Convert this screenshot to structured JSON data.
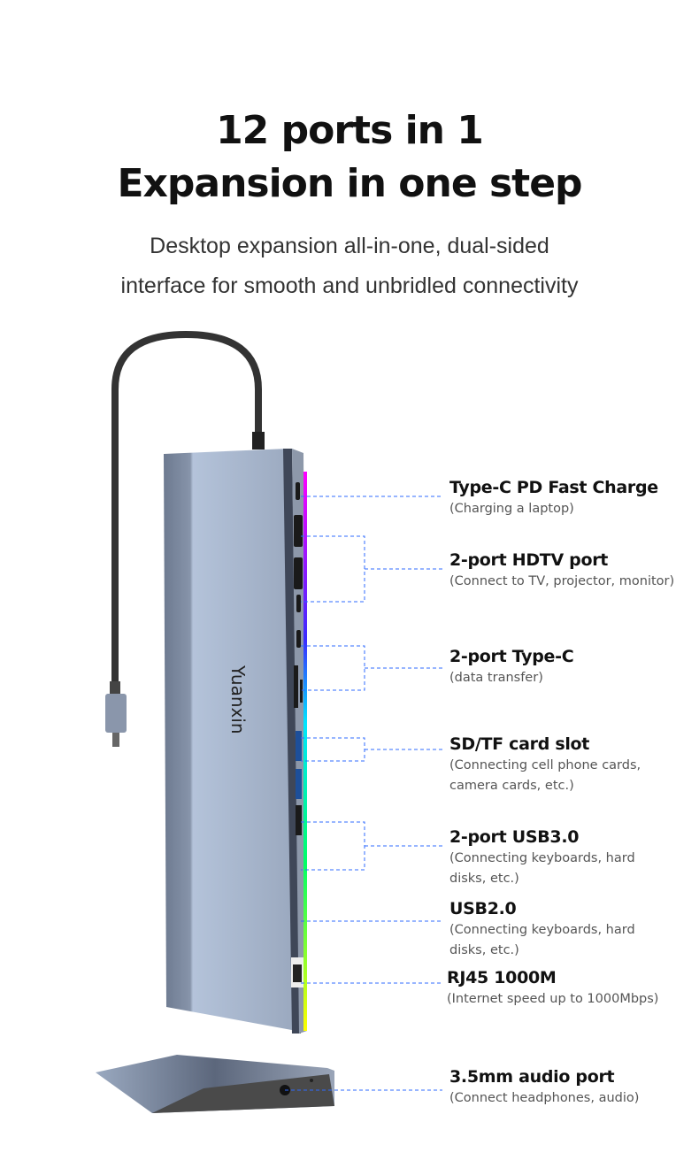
{
  "heading": {
    "line1": "12 ports in 1",
    "line2": "Expansion in one step"
  },
  "subheading": {
    "line1": "Desktop expansion all-in-one, dual-sided",
    "line2": "interface for smooth and unbridled connectivity"
  },
  "brand": {
    "logo_text": "Yuanxin"
  },
  "colors": {
    "accent_line": "#2f6bff",
    "body": "#a7b4c8",
    "rainbow": [
      "#ff00ff",
      "#3a2bff",
      "#00e5ff",
      "#00ff66",
      "#ffff00"
    ]
  },
  "ports": [
    {
      "title": "Type-C PD Fast Charge",
      "desc": [
        "(Charging a laptop)"
      ]
    },
    {
      "title": "2-port HDTV port",
      "desc": [
        "(Connect to TV, projector, monitor)"
      ]
    },
    {
      "title": "2-port Type-C",
      "desc": [
        "(data transfer)"
      ]
    },
    {
      "title": "SD/TF card slot",
      "desc": [
        "(Connecting cell phone cards,",
        "camera cards, etc.)"
      ]
    },
    {
      "title": "2-port USB3.0",
      "desc": [
        "(Connecting keyboards, hard",
        "disks, etc.)"
      ]
    },
    {
      "title": "USB2.0",
      "desc": [
        "(Connecting keyboards, hard",
        "disks, etc.)"
      ]
    },
    {
      "title": "RJ45 1000M",
      "desc": [
        "(Internet speed up to 1000Mbps)"
      ]
    },
    {
      "title": "3.5mm audio port",
      "desc": [
        "(Connect headphones, audio)"
      ]
    }
  ]
}
